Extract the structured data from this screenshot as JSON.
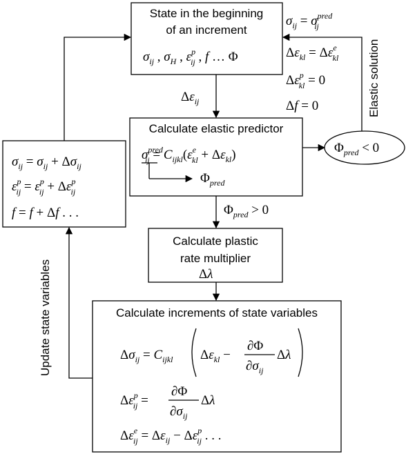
{
  "boxes": {
    "state_begin": {
      "line1": "State in the beginning",
      "line2": "of an increment"
    },
    "elastic_predictor": {
      "title": "Calculate elastic predictor"
    },
    "plastic_rate": {
      "line1": "Calculate plastic",
      "line2": "rate multiplier"
    },
    "increments": {
      "title": "Calculate increments of state variables"
    }
  },
  "labels": {
    "elastic_solution": "Elastic solution",
    "update_state": "Update state variables"
  }
}
